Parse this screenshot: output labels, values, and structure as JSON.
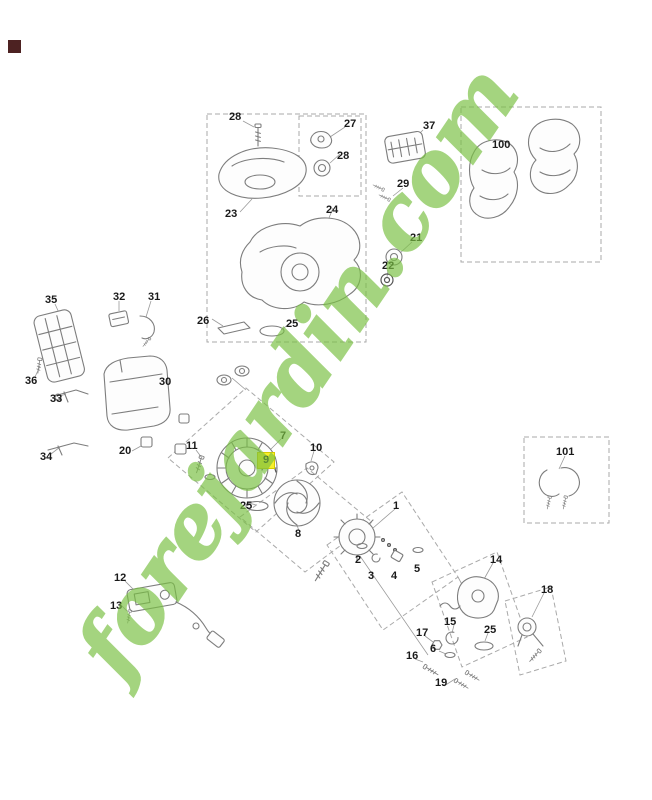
{
  "page": {
    "background": "#ffffff"
  },
  "theme": {
    "highlight": "#f7ef2a",
    "watermark": "#7ac143",
    "marker": "#4d2222",
    "label": "#1a1a1a"
  },
  "watermark": {
    "text": "forejardin.com"
  },
  "diagram": {
    "type": "exploded-parts-diagram",
    "highlighted_part": "9",
    "group_box_numbers": [
      "100",
      "101"
    ]
  },
  "labels": [
    {
      "text": "28"
    },
    {
      "text": "27"
    },
    {
      "text": "28"
    },
    {
      "text": "37"
    },
    {
      "text": "100"
    },
    {
      "text": "23"
    },
    {
      "text": "24"
    },
    {
      "text": "29"
    },
    {
      "text": "21"
    },
    {
      "text": "22"
    },
    {
      "text": "26"
    },
    {
      "text": "25"
    },
    {
      "text": "35"
    },
    {
      "text": "32"
    },
    {
      "text": "31"
    },
    {
      "text": "36"
    },
    {
      "text": "33"
    },
    {
      "text": "30"
    },
    {
      "text": "34"
    },
    {
      "text": "20"
    },
    {
      "text": "11"
    },
    {
      "text": "7"
    },
    {
      "text": "10"
    },
    {
      "text": "9",
      "highlighted": true
    },
    {
      "text": "25"
    },
    {
      "text": "8"
    },
    {
      "text": "1"
    },
    {
      "text": "2"
    },
    {
      "text": "3"
    },
    {
      "text": "4"
    },
    {
      "text": "5"
    },
    {
      "text": "101"
    },
    {
      "text": "14"
    },
    {
      "text": "12"
    },
    {
      "text": "13"
    },
    {
      "text": "15"
    },
    {
      "text": "25"
    },
    {
      "text": "18"
    },
    {
      "text": "17"
    },
    {
      "text": "16"
    },
    {
      "text": "6"
    },
    {
      "text": "19"
    }
  ]
}
